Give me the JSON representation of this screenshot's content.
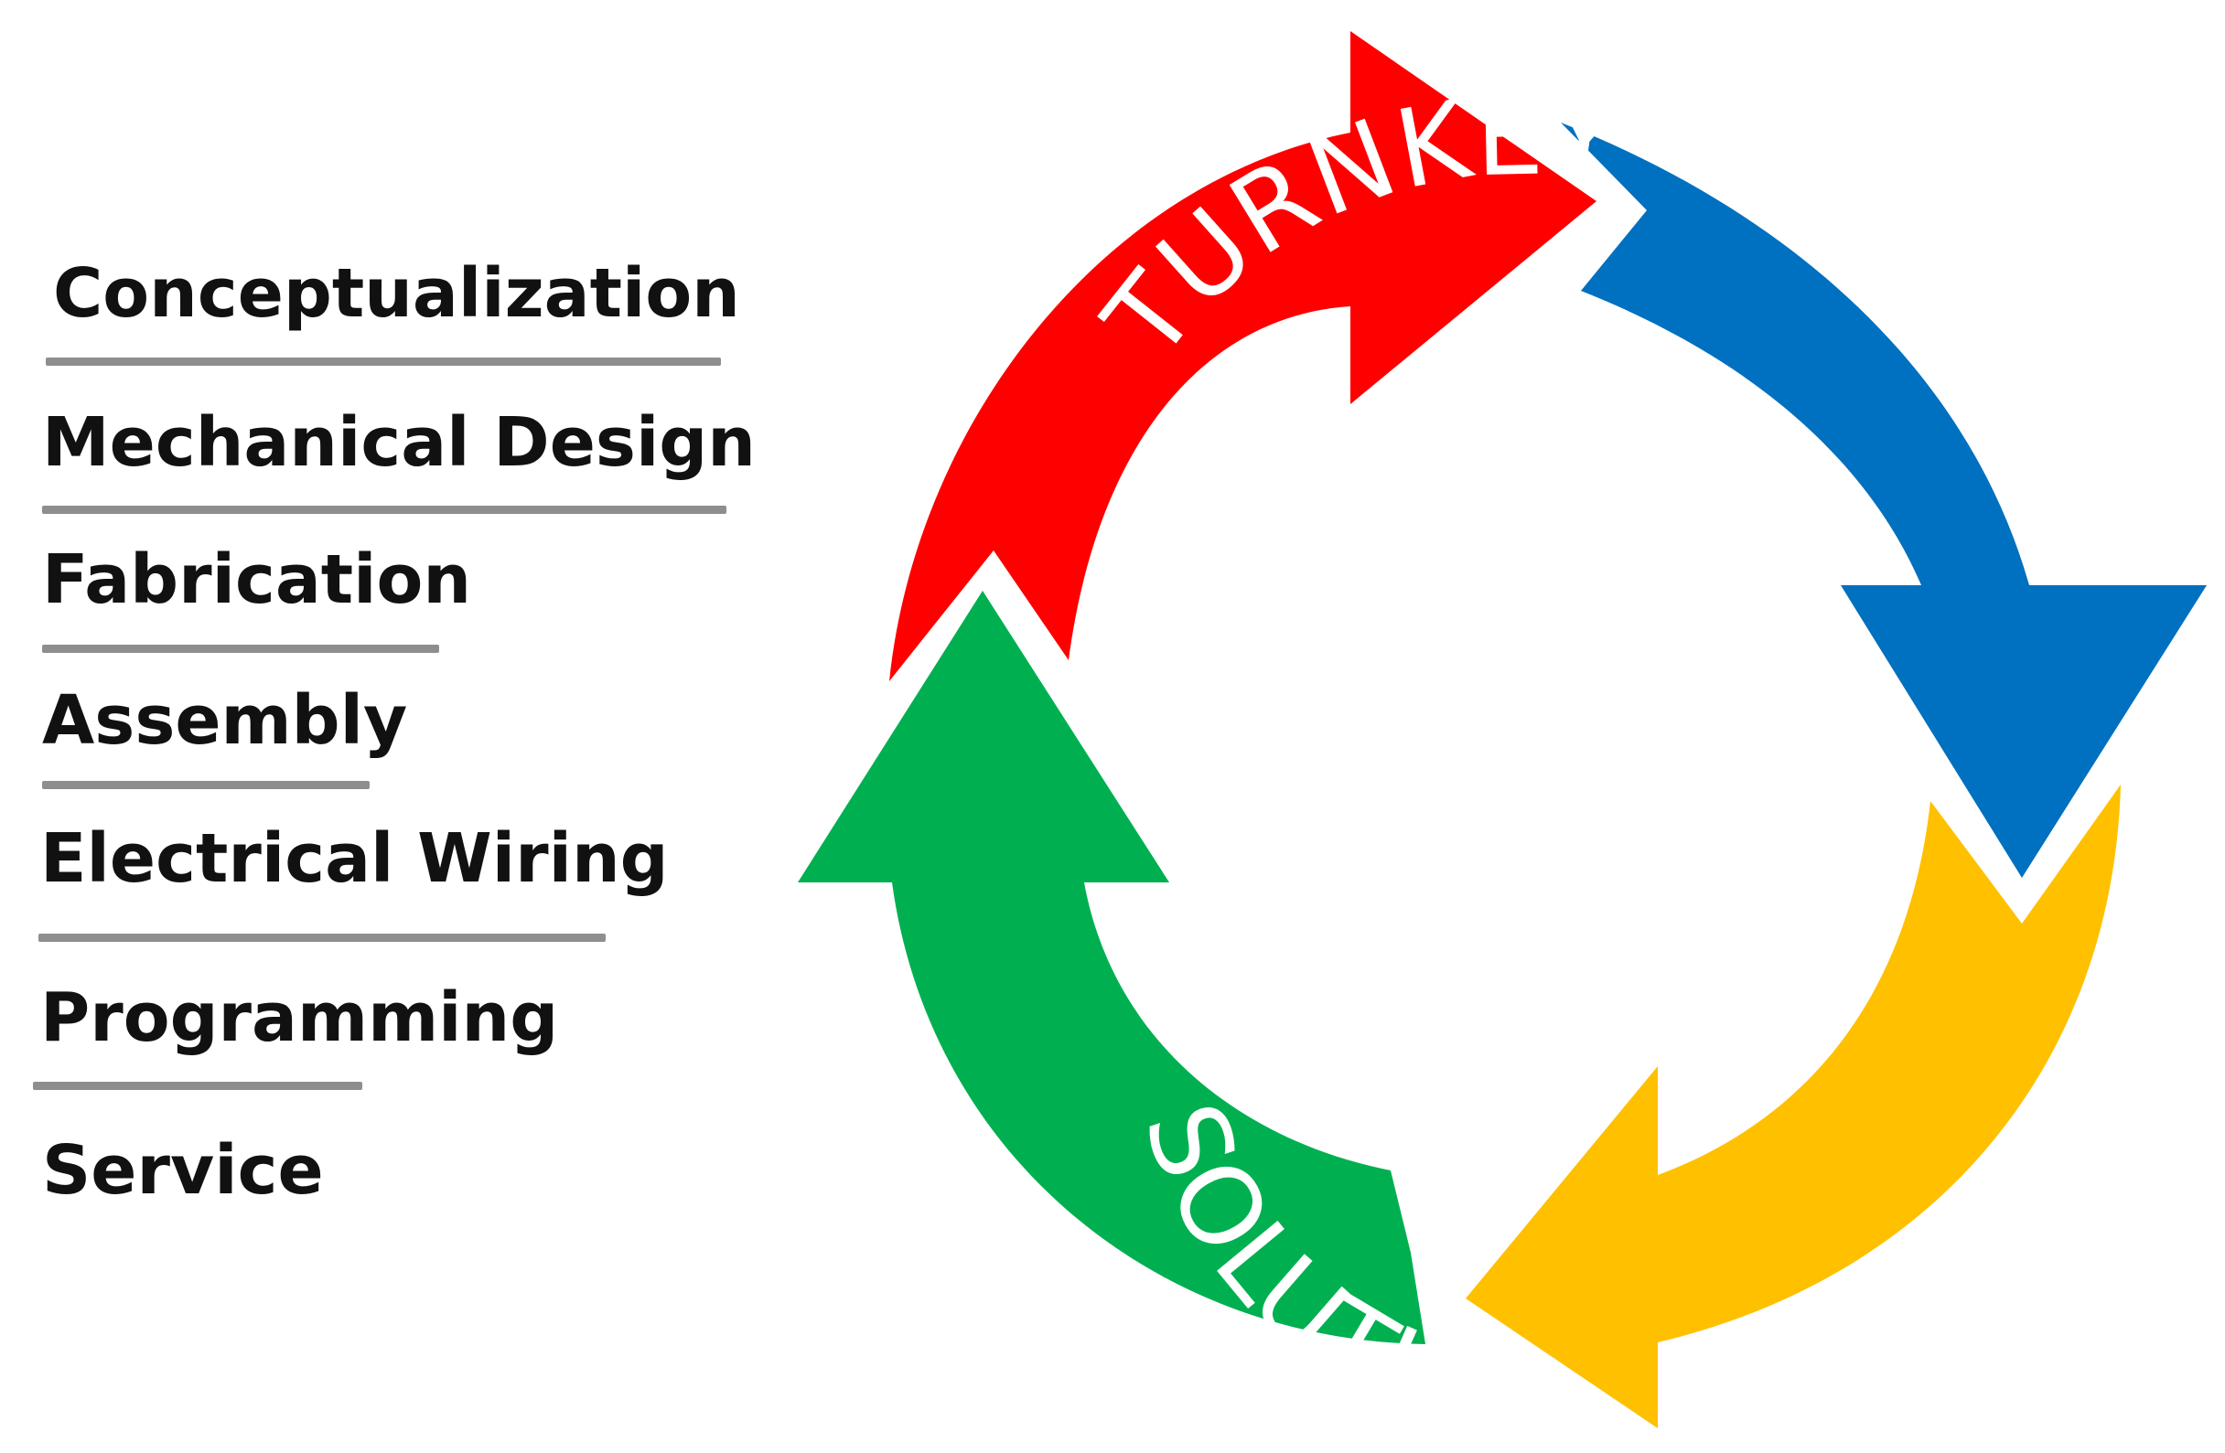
{
  "services": [
    "Conceptualization",
    "Mechanical Design",
    "Fabrication",
    "Assembly",
    "Electrical Wiring",
    "Programming",
    "Service"
  ],
  "cycle": {
    "top_word": "TURNKEY",
    "bottom_word": "SOLUTION",
    "colors": {
      "red": "#ff0000",
      "blue": "#0070c0",
      "yellow": "#ffc000",
      "green": "#00b050",
      "text": "#ffffff",
      "rule": "#8e8e8e"
    }
  }
}
